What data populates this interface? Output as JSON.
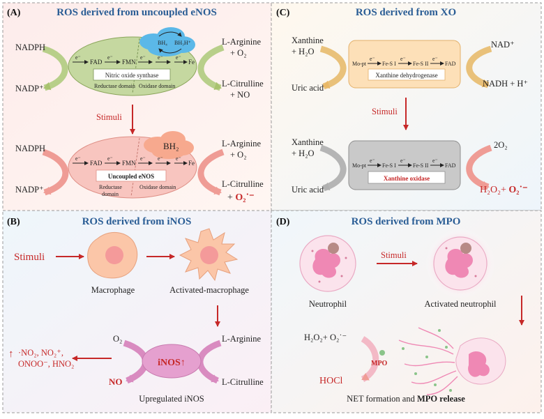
{
  "colors": {
    "title": "#2a5d95",
    "stimuli": "#c62828",
    "green": "#b8cf8a",
    "pink": "#f4b5ae",
    "orange": "#f3c77a",
    "grey": "#bdbdbd",
    "magenta": "#e5a0cf"
  },
  "panelA": {
    "label": "(A)",
    "title": "ROS derived from uncoupled eNOS",
    "top": {
      "left_in": "NADPH",
      "left_out": "NADP⁺",
      "right_in_1": "L-Arginine",
      "right_in_2": "+ O₂",
      "right_out_1": "L-Citrulline",
      "right_out_2": "+ NO",
      "chain": [
        "FAD",
        "FMN",
        "Fe"
      ],
      "electron": "e⁻",
      "enzyme": "Nitric oxide synthase",
      "reductase": "Reductase domain",
      "oxidase": "Oxidase domain",
      "cofactor_1": "BH₄",
      "cofactor_2": "BH₃H⁺"
    },
    "stimuli": "Stimuli",
    "bottom": {
      "left_in": "NADPH",
      "left_out": "NADP⁺",
      "right_in_1": "L-Arginine",
      "right_in_2": "+ O₂",
      "right_out_1": "L-Citrulline",
      "right_out_prefix": "+ ",
      "right_out_2": "O₂˙⁻",
      "chain": [
        "FAD",
        "FMN",
        "Fe"
      ],
      "enzyme": "Uncoupled eNOS",
      "reductase_1": "Reductase",
      "reductase_2": "domain",
      "oxidase": "Oxidase domain",
      "cofactor": "BH₂"
    }
  },
  "panelB": {
    "label": "(B)",
    "title": "ROS derived from iNOS",
    "stimuli": "Stimuli",
    "macrophage": "Macrophage",
    "activated": "Activated-macrophage",
    "o2": "O₂",
    "arginine": "L-Arginine",
    "citrulline": "L-Citrulline",
    "no": "NO",
    "inos": "iNOS↑",
    "upregulated": "Upregulated iNOS",
    "products_arrow": "↑",
    "products_1": "·NO₂, NO₂⁺,",
    "products_2": "ONOO⁻, HNO₂"
  },
  "panelC": {
    "label": "(C)",
    "title": "ROS derived from XO",
    "top": {
      "left_in_1": "Xanthine",
      "left_in_2": "+ H₂O",
      "left_out": "Uric acid",
      "right_in": "NAD⁺",
      "right_out": "NADH + H⁺",
      "chain": [
        "Mo-pt",
        "Fe-S I",
        "Fe-S II",
        "FAD"
      ],
      "enzyme": "Xanthine dehydrogenase"
    },
    "stimuli": "Stimuli",
    "bottom": {
      "left_in_1": "Xanthine",
      "left_in_2": "+ H₂O",
      "left_out": "Uric acid",
      "right_in": "2O₂",
      "right_out_1": "H₂O₂+ ",
      "right_out_2": "O₂˙⁻",
      "chain": [
        "Mo-pt",
        "Fe-S I",
        "Fe-S II",
        "FAD"
      ],
      "enzyme": "Xanthine oxidase"
    }
  },
  "panelD": {
    "label": "(D)",
    "title": "ROS derived from MPO",
    "neutrophil": "Neutrophil",
    "stimuli": "Stimuli",
    "activated": "Activated neutrophil",
    "reactants": "H₂O₂+ O₂˙⁻",
    "mpo": "MPO",
    "hocl": "HOCl",
    "net_1": "NET formation and ",
    "net_2": "MPO release"
  }
}
